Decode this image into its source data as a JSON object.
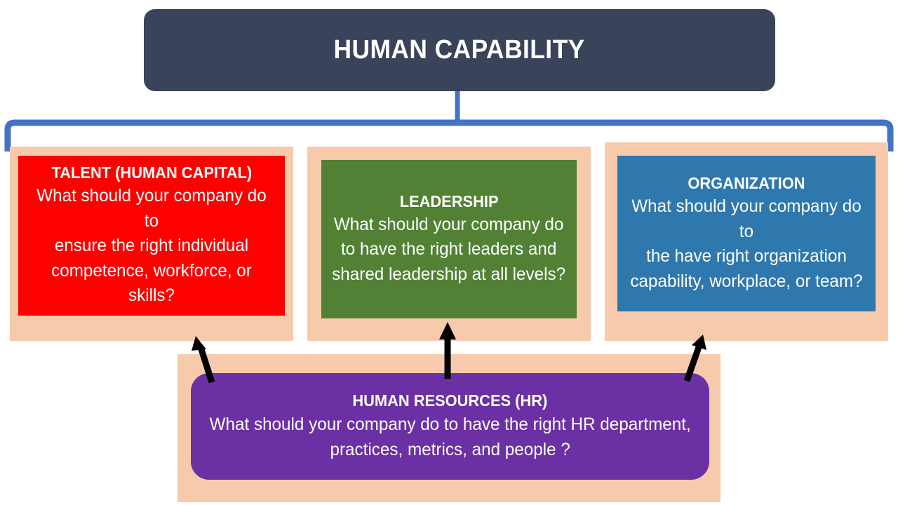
{
  "title": {
    "text": "HUMAN CAPABILITY"
  },
  "colors": {
    "title_bg": "#39435A",
    "bracket": "#4472C4",
    "frame": "#F7CAAB",
    "talent": "#FF0000",
    "leadership": "#528135",
    "organization": "#2E78AE",
    "hr": "#6C30A5",
    "text": "#FFFFFF",
    "arrow": "#000000"
  },
  "cards": [
    {
      "key": "talent",
      "title": "TALENT (HUMAN CAPITAL)",
      "body": "What should your company do to\nensure the right individual\ncompetence, workforce, or skills?",
      "color": "#FF0000"
    },
    {
      "key": "leadership",
      "title": "LEADERSHIP",
      "body": "What should your company  do\nto have the right leaders and\nshared leadership at all levels?",
      "color": "#528135"
    },
    {
      "key": "organization",
      "title": "ORGANIZATION",
      "body": "What should your company do to\nthe have right organization\ncapability, workplace, or team?",
      "color": "#2E78AE"
    }
  ],
  "hr": {
    "title": "HUMAN RESOURCES (HR)",
    "body": "What should your company do to have the right HR department,\npractices, metrics, and people ?",
    "color": "#6C30A5"
  },
  "connectors": {
    "bracket_label": "hierarchy-bracket",
    "arrow_count": 3
  }
}
